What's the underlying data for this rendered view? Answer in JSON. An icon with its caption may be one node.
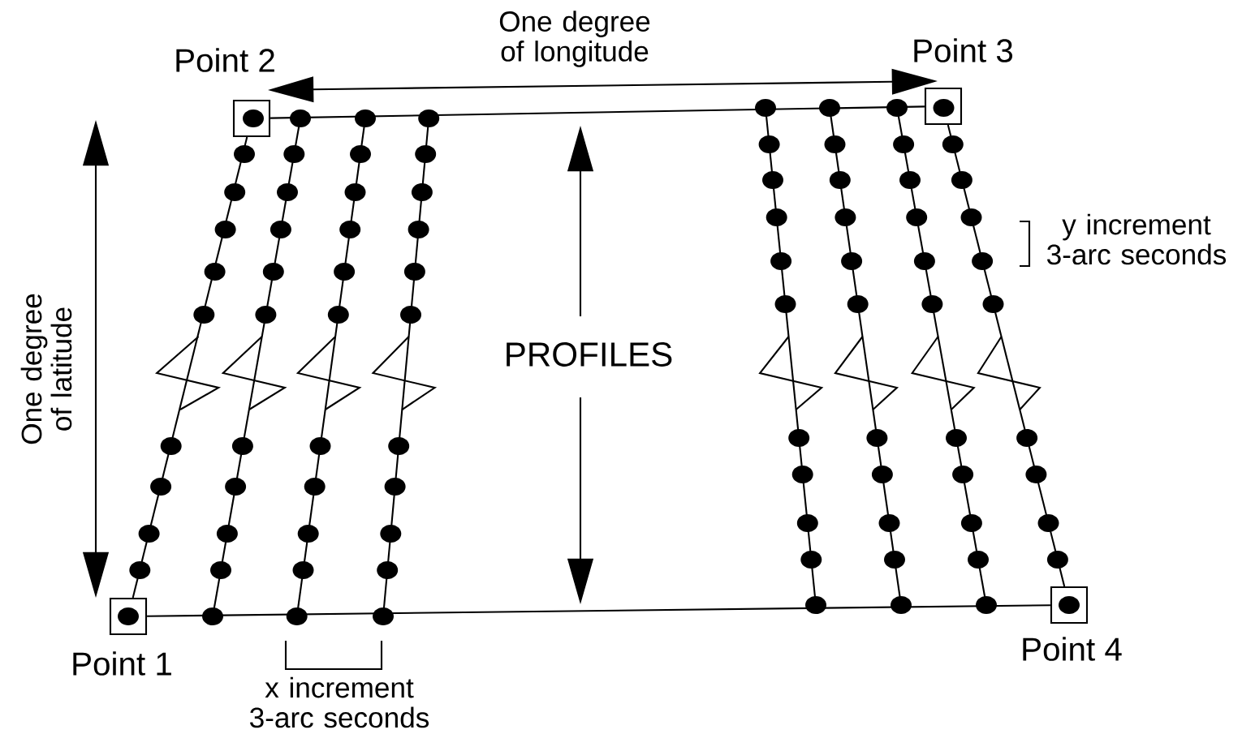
{
  "diagram": {
    "nodes": [
      {
        "text": [],
        "shape": "box",
        "beside": [
          "Point 1"
        ]
      },
      {
        "text": [],
        "shape": "box",
        "beside": [
          "Point 2"
        ]
      },
      {
        "text": [],
        "shape": "box",
        "beside": [
          "Point 3"
        ]
      },
      {
        "text": [],
        "shape": "box",
        "beside": [
          "Point 4"
        ]
      }
    ],
    "edges": [
      {
        "from": 0,
        "to": 1,
        "arrow": "none"
      },
      {
        "from": 1,
        "to": 2,
        "arrow": "none"
      },
      {
        "from": 3,
        "to": 2,
        "arrow": "none"
      },
      {
        "from": 0,
        "to": 3,
        "arrow": "none"
      }
    ],
    "labels": [
      "One degree of longitude",
      "One degree of latitude",
      "PROFILES",
      "y increment 3-arc seconds",
      "x increment 3-arc seconds"
    ]
  }
}
